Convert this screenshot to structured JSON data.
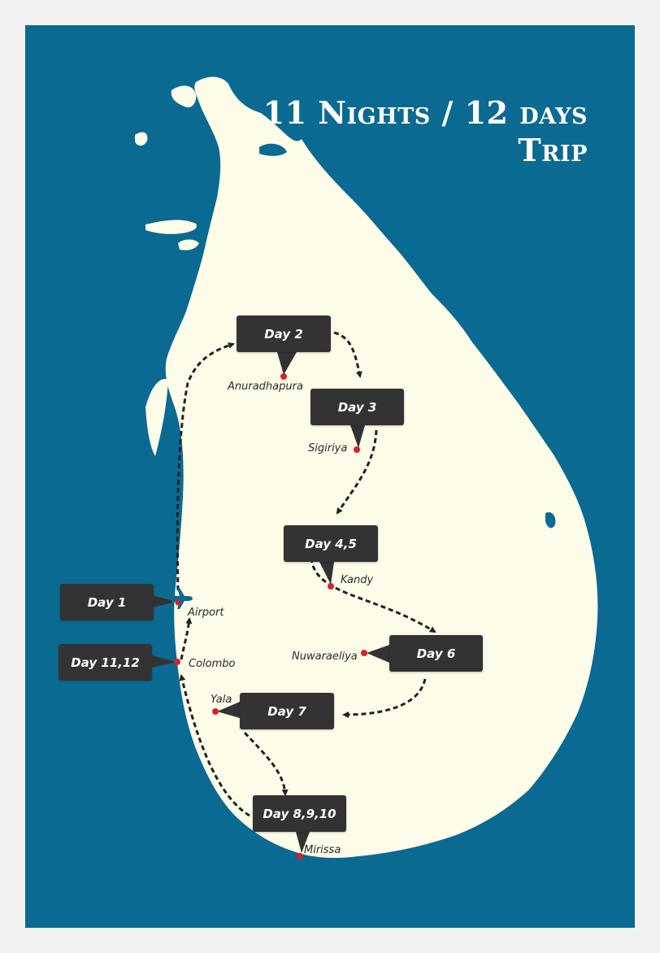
{
  "title": {
    "line1": "11 Nights / 12 days",
    "line2": "Trip"
  },
  "colors": {
    "sea": "#0b6a91",
    "land": "#fcfce8",
    "frame": "#f2f2f2",
    "callout": "#333333",
    "marker": "#d6232a",
    "route": "#222222"
  },
  "stops": [
    {
      "id": "day1",
      "day_label": "Day 1",
      "place": "Airport",
      "icon": "airplane-icon"
    },
    {
      "id": "day2",
      "day_label": "Day 2",
      "place": "Anuradhapura"
    },
    {
      "id": "day3",
      "day_label": "Day 3",
      "place": "Sigiriya"
    },
    {
      "id": "day45",
      "day_label": "Day 4,5",
      "place": "Kandy"
    },
    {
      "id": "day6",
      "day_label": "Day 6",
      "place": "Nuwaraeliya"
    },
    {
      "id": "day7",
      "day_label": "Day 7",
      "place": "Yala"
    },
    {
      "id": "day8",
      "day_label": "Day 8,9,10",
      "place": "Mirissa"
    },
    {
      "id": "day11",
      "day_label": "Day 11,12",
      "place": "Colombo"
    }
  ]
}
